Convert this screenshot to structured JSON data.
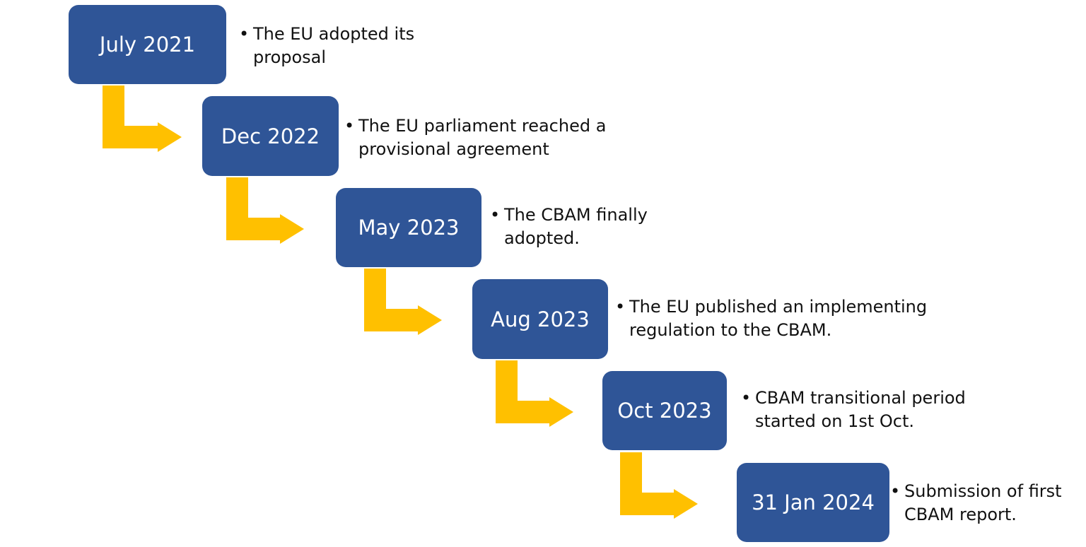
{
  "colors": {
    "box_fill": "#2f5597",
    "box_text": "#ffffff",
    "arrow_fill": "#ffc000",
    "desc_text": "#111111"
  },
  "bullet_glyph": "•",
  "milestones": [
    {
      "date": "July 2021",
      "description": "The EU adopted its proposal"
    },
    {
      "date": "Dec 2022",
      "description": "The EU parliament reached a provisional agreement"
    },
    {
      "date": "May 2023",
      "description": "The CBAM finally adopted."
    },
    {
      "date": "Aug 2023",
      "description": "The EU published an implementing regulation to the CBAM."
    },
    {
      "date": "Oct 2023",
      "description": "CBAM transitional period started on 1st Oct."
    },
    {
      "date": "31 Jan 2024",
      "description": "Submission of first CBAM report."
    }
  ],
  "arrow_icon": "bent-arrow-right-icon"
}
